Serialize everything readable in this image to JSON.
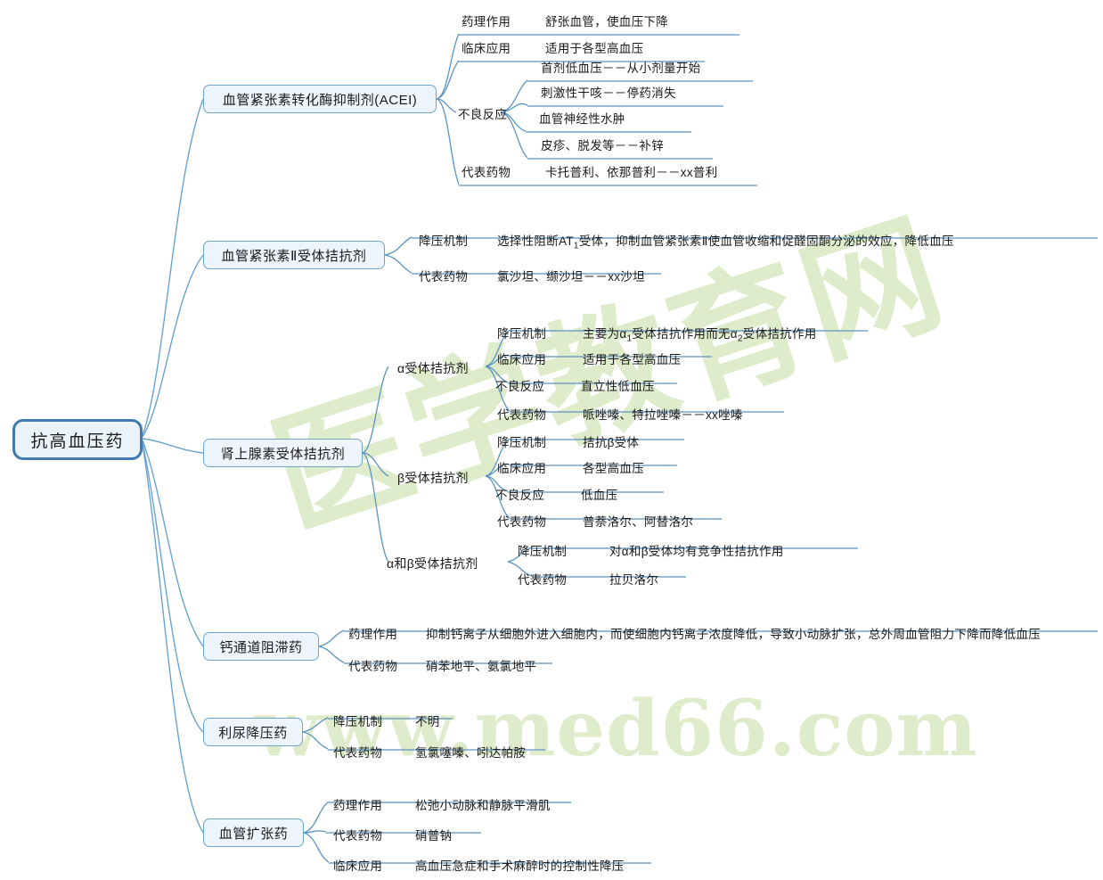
{
  "title": "抗高血压药",
  "watermark": {
    "cn": "医学教育网",
    "url": "www.med66.com"
  },
  "colors": {
    "root_border": "#417ab0",
    "node_border": "#6ea5cf",
    "node_fill": "#eef4fb",
    "link": "#5b93c0",
    "watermark": "#dfeccb",
    "text": "#1a1a1a"
  },
  "branches": [
    {
      "label": "血管紧张素转化酶抑制剂(ACEI)",
      "groups": [
        {
          "key": "药理作用",
          "values": [
            "舒张血管，使血压下降"
          ]
        },
        {
          "key": "临床应用",
          "values": [
            "适用于各型高血压"
          ]
        },
        {
          "key": "不良反应",
          "values": [
            "首剂低血压－－从小剂量开始",
            "刺激性干咳－－停药消失",
            "血管神经性水肿",
            "皮疹、脱发等－－补锌"
          ]
        },
        {
          "key": "代表药物",
          "values": [
            "卡托普利、依那普利－－xx普利"
          ]
        }
      ]
    },
    {
      "label": "血管紧张素Ⅱ受体拮抗剂",
      "groups": [
        {
          "key": "降压机制",
          "values": [
            "选择性阻断AT1受体，抑制血管紧张素Ⅱ使血管收缩和促醛固酮分泌的效应，降低血压"
          ]
        },
        {
          "key": "代表药物",
          "values": [
            "氯沙坦、缬沙坦－－xx沙坦"
          ]
        }
      ]
    },
    {
      "label": "肾上腺素受体拮抗剂",
      "subs": [
        {
          "label": "α受体拮抗剂",
          "groups": [
            {
              "key": "降压机制",
              "values": [
                "主要为α1受体拮抗作用而无α2受体拮抗作用"
              ]
            },
            {
              "key": "临床应用",
              "values": [
                "适用于各型高血压"
              ]
            },
            {
              "key": "不良反应",
              "values": [
                "直立性低血压"
              ]
            },
            {
              "key": "代表药物",
              "values": [
                "哌唑嗪、特拉唑嗪－－xx唑嗪"
              ]
            }
          ]
        },
        {
          "label": "β受体拮抗剂",
          "groups": [
            {
              "key": "降压机制",
              "values": [
                "拮抗β受体"
              ]
            },
            {
              "key": "临床应用",
              "values": [
                "各型高血压"
              ]
            },
            {
              "key": "不良反应",
              "values": [
                "低血压"
              ]
            },
            {
              "key": "代表药物",
              "values": [
                "普萘洛尔、阿替洛尔"
              ]
            }
          ]
        },
        {
          "label": "α和β受体拮抗剂",
          "groups": [
            {
              "key": "降压机制",
              "values": [
                "对α和β受体均有竞争性拮抗作用"
              ]
            },
            {
              "key": "代表药物",
              "values": [
                "拉贝洛尔"
              ]
            }
          ]
        }
      ]
    },
    {
      "label": "钙通道阻滞药",
      "groups": [
        {
          "key": "药理作用",
          "values": [
            "抑制钙离子从细胞外进入细胞内，而使细胞内钙离子浓度降低，导致小动脉扩张，总外周血管阻力下降而降低血压"
          ]
        },
        {
          "key": "代表药物",
          "values": [
            "硝苯地平、氨氯地平"
          ]
        }
      ]
    },
    {
      "label": "利尿降压药",
      "groups": [
        {
          "key": "降压机制",
          "values": [
            "不明"
          ]
        },
        {
          "key": "代表药物",
          "values": [
            "氢氯噻嗪、吲达帕胺"
          ]
        }
      ]
    },
    {
      "label": "血管扩张药",
      "groups": [
        {
          "key": "药理作用",
          "values": [
            "松弛小动脉和静脉平滑肌"
          ]
        },
        {
          "key": "代表药物",
          "values": [
            "硝普钠"
          ]
        },
        {
          "key": "临床应用",
          "values": [
            "高血压急症和手术麻醉时的控制性降压"
          ]
        }
      ]
    }
  ]
}
